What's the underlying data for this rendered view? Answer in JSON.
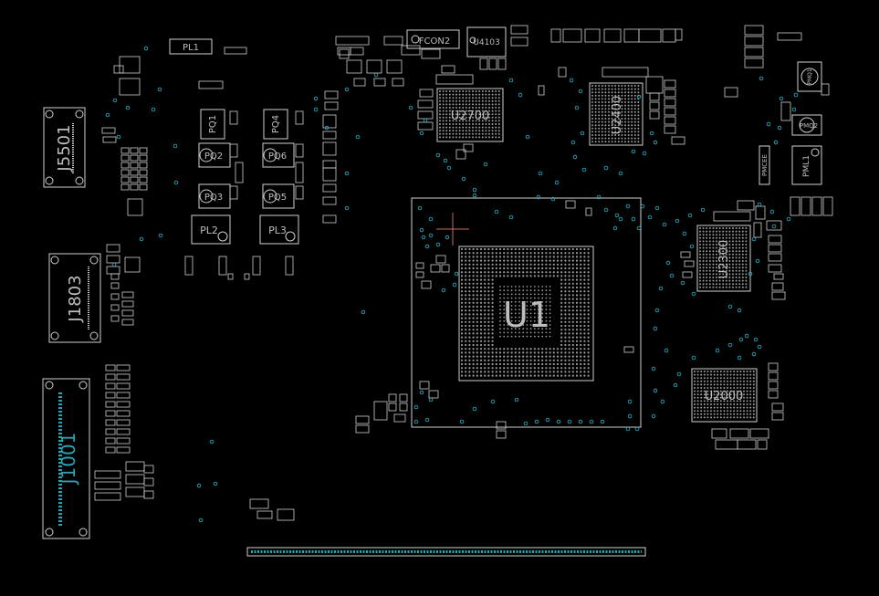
{
  "board": {
    "background": "#000000",
    "outline_color": "#cfcfcf",
    "via_color": "#2aa3b5",
    "cursor_color": "#c46a6a"
  },
  "components": {
    "u1": "U1",
    "u2700": "U2700",
    "u2400": "U2400",
    "u2300": "U2300",
    "u2000": "U2000",
    "j5501": "J5501",
    "j1803": "J1803",
    "j1001": "J1001",
    "pl1": "PL1",
    "pl2": "PL2",
    "pl3": "PL3",
    "pq1": "PQ1",
    "pq2": "PQ2",
    "pq3": "PQ3",
    "pq4": "PQ4",
    "pq5": "PQ5",
    "pq6": "PQ6",
    "fcon2": "FCON2",
    "u4103": "U4103",
    "pml1": "PML1",
    "pmq2": "PMQ2",
    "pmq1": "PMQ1",
    "pmcee": "PMCEE"
  }
}
